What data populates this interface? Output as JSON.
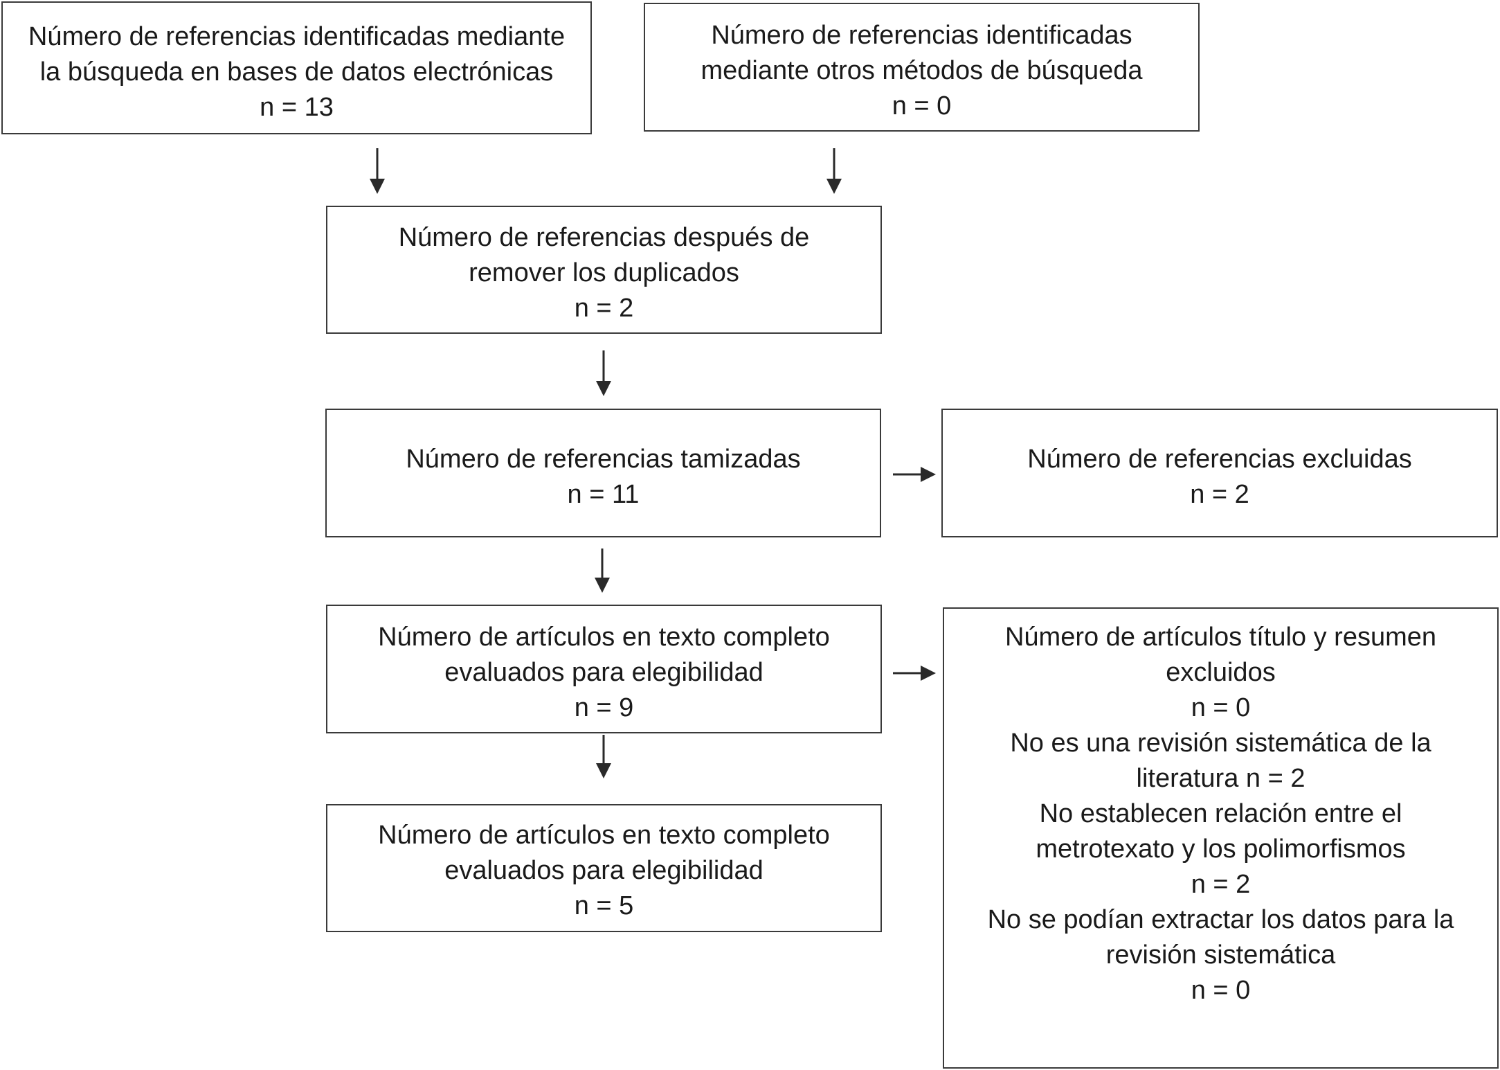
{
  "boxes": {
    "db_search": {
      "lines": [
        "Número de referencias identificadas mediante",
        "la búsqueda en bases de datos electrónicas",
        "n = 13"
      ]
    },
    "other_search": {
      "lines": [
        "Número de referencias identificadas",
        "mediante otros métodos de búsqueda",
        "n = 0"
      ]
    },
    "after_duplicates": {
      "lines": [
        "Número de referencias después de",
        "remover los duplicados",
        "n = 2"
      ]
    },
    "screened": {
      "lines": [
        "Número de referencias tamizadas",
        "n = 11"
      ]
    },
    "excluded": {
      "lines": [
        "Número de referencias excluidas",
        "n = 2"
      ]
    },
    "fulltext_assessed": {
      "lines": [
        "Número de artículos en texto completo",
        "evaluados para elegibilidad",
        "n = 9"
      ]
    },
    "fulltext_excluded": {
      "lines": [
        "Número de artículos título y resumen",
        "excluidos",
        "n = 0",
        "No es una revisión sistemática de la",
        "literatura n = 2",
        "No establecen relación entre el",
        "metrotexato y los polimorfismos",
        "n = 2",
        "No se podían extractar los datos para la",
        "revisión sistemática",
        "n = 0"
      ]
    },
    "included": {
      "lines": [
        "Número de artículos en texto completo",
        "evaluados para elegibilidad",
        "n = 5"
      ]
    }
  },
  "colors": {
    "border": "#3a3a3a",
    "arrow": "#2a2a2a",
    "text": "#1a1a1a"
  }
}
